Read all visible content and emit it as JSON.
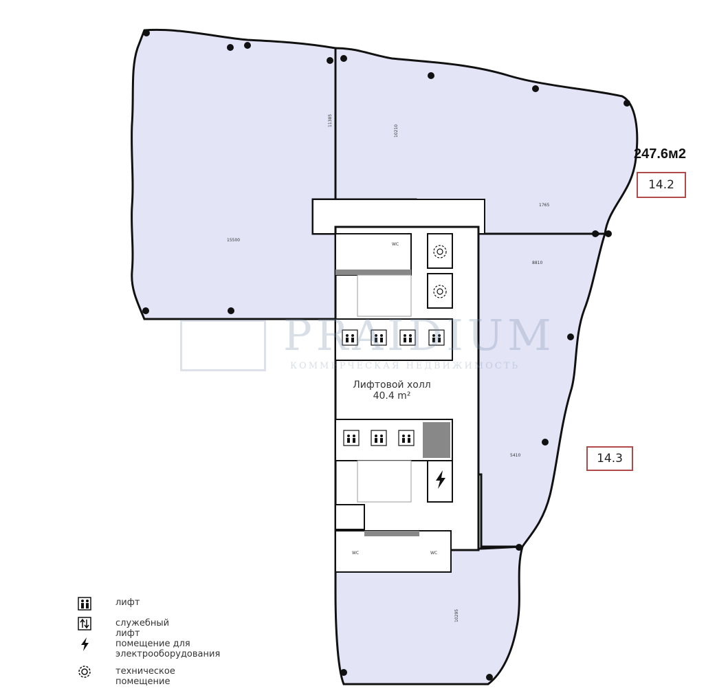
{
  "units": [
    {
      "id": "14.2",
      "label": "14.2",
      "area": "247.6м2"
    },
    {
      "id": "14.3",
      "label": "14.3"
    }
  ],
  "lift_hall": {
    "name": "Лифтовой холл",
    "area": "40.4 m²"
  },
  "watermark": {
    "brand": "PRAIDIUM",
    "tagline": "КОММЕРЧЕСКАЯ НЕДВИЖИМОСТЬ"
  },
  "wc_label": "WC",
  "dimensions": [
    "15500",
    "11385",
    "10210",
    "1765",
    "8810",
    "5410",
    "10295"
  ],
  "legend": [
    {
      "icon": "lift-icon",
      "text": "лифт"
    },
    {
      "icon": "service-lift-icon",
      "text": "служебный лифт"
    },
    {
      "icon": "lightning-icon",
      "text": "помещение для\nэлектрооборудования"
    },
    {
      "icon": "gear-icon",
      "text": "техническое помещение"
    }
  ],
  "colors": {
    "office_fill": "#e3e5f7",
    "wall": "#111111",
    "accent": "#b04a4a",
    "shaft": "#888888"
  }
}
